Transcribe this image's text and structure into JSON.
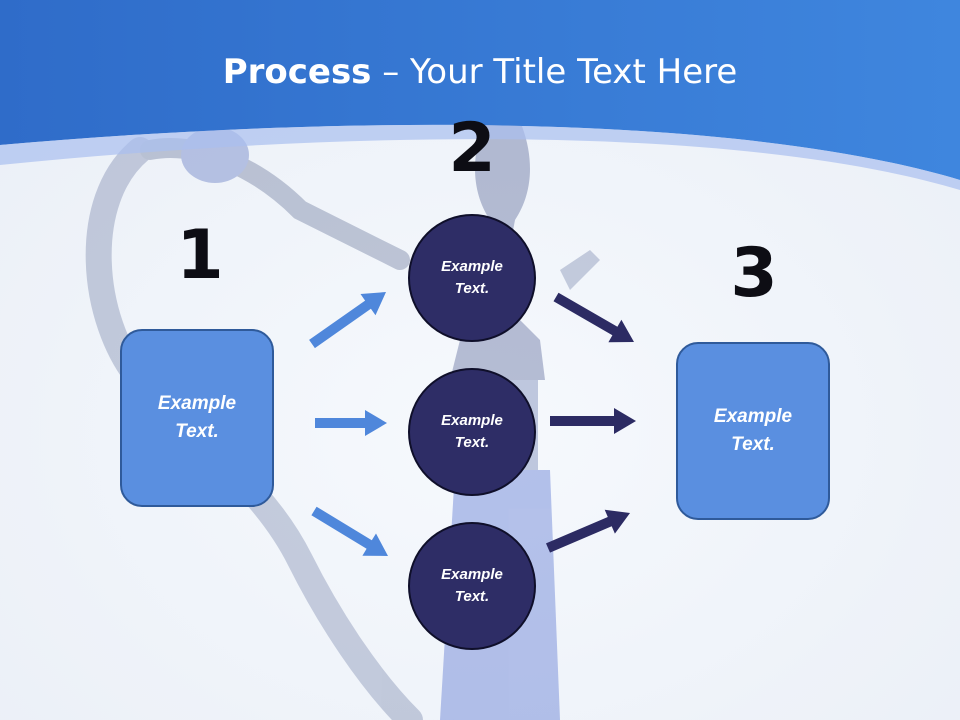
{
  "title": {
    "bold": "Process",
    "rest": " – Your Title Text Here"
  },
  "steps": [
    {
      "number": "1",
      "text": "Example Text."
    },
    {
      "number": "2",
      "nodes": [
        {
          "text": "Example Text."
        },
        {
          "text": "Example Text."
        },
        {
          "text": "Example Text."
        }
      ]
    },
    {
      "number": "3",
      "text": "Example Text."
    }
  ],
  "colors": {
    "header": "#3b7bd8",
    "box_fill": "#5a8fe0",
    "circle_fill": "#2e2d66",
    "arrow_light": "#4f87db",
    "arrow_dark": "#2c2b63"
  }
}
